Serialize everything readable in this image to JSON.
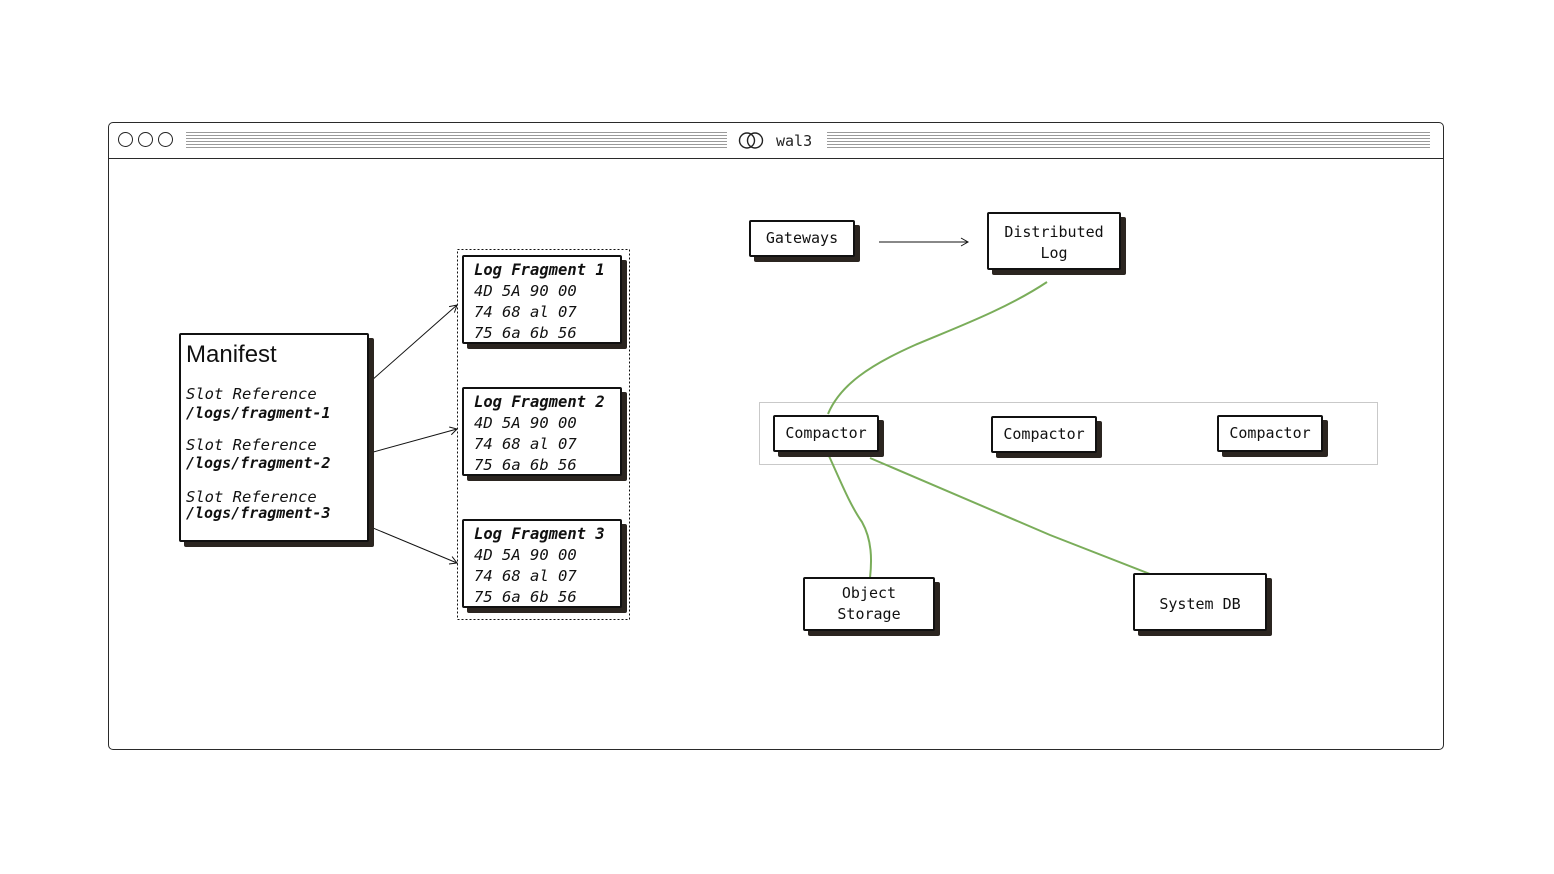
{
  "window": {
    "title": "wal3"
  },
  "manifest": {
    "title": "Manifest",
    "slots": [
      {
        "label": "Slot Reference",
        "path": "/logs/fragment-1"
      },
      {
        "label": "Slot Reference",
        "path": "/logs/fragment-2"
      },
      {
        "label": "Slot Reference",
        "path": "/logs/fragment-3"
      }
    ]
  },
  "fragments": [
    {
      "title": "Log Fragment 1",
      "lines": [
        "4D 5A 90 00",
        "74 68 al 07",
        "75 6a 6b 56"
      ]
    },
    {
      "title": "Log Fragment 2",
      "lines": [
        "4D 5A 90 00",
        "74 68 al 07",
        "75 6a 6b 56"
      ]
    },
    {
      "title": "Log Fragment 3",
      "lines": [
        "4D 5A 90 00",
        "74 68 al 07",
        "75 6a 6b 56"
      ]
    }
  ],
  "architecture": {
    "gateways": "Gateways",
    "distributed_log": [
      "Distributed",
      "Log"
    ],
    "compactors": [
      "Compactor",
      "Compactor",
      "Compactor"
    ],
    "object_storage": [
      "Object",
      "Storage"
    ],
    "system_db": "System DB"
  },
  "colors": {
    "link": "#7aad5a",
    "border": "#111111",
    "shadow": "#2b2520"
  }
}
